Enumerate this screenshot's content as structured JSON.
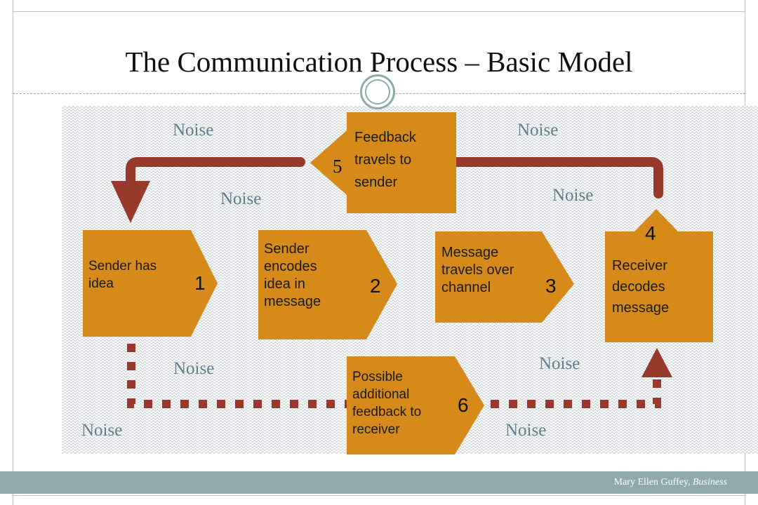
{
  "slide": {
    "title": "The Communication Process – Basic Model",
    "footer_author": "Mary Ellen Guffey, ",
    "footer_title": "Business"
  },
  "noise_label": "Noise",
  "steps": [
    {
      "number": "1",
      "text": [
        "Sender has",
        "idea"
      ]
    },
    {
      "number": "2",
      "text": [
        "Sender",
        "encodes",
        "idea in",
        "message"
      ]
    },
    {
      "number": "3",
      "text": [
        "Message",
        "travels over",
        "channel"
      ]
    },
    {
      "number": "4",
      "text": [
        "Receiver",
        "decodes",
        "message"
      ]
    },
    {
      "number": "5",
      "text": [
        "Feedback",
        "travels to",
        "sender"
      ]
    },
    {
      "number": "6",
      "text": [
        "Possible",
        "additional",
        "feedback to",
        "receiver"
      ]
    }
  ],
  "colors": {
    "box_fill": "#d68a1a",
    "arrow": "#973a2c",
    "noise_text": "#5f7d8c",
    "accent_bar": "#8faaaa"
  }
}
